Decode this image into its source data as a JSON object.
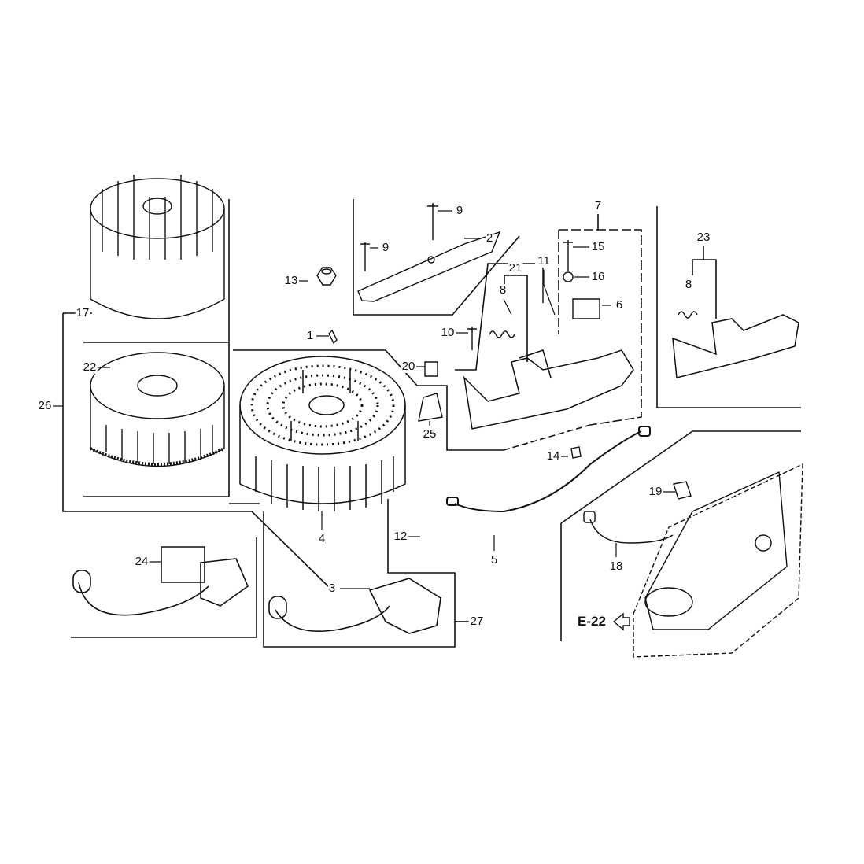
{
  "diagram": {
    "labels": {
      "p9a": "9",
      "p9b": "9",
      "p2": "2",
      "p13": "13",
      "p7": "7",
      "p15": "15",
      "p16": "16",
      "p6": "6",
      "p11": "11",
      "p21": "21",
      "p8a": "8",
      "p10": "10",
      "p23": "23",
      "p8b": "8",
      "p17": "17",
      "p1": "1",
      "p22": "22",
      "p26": "26",
      "p20": "20",
      "p25": "25",
      "p14": "14",
      "p19": "19",
      "p4": "4",
      "p12": "12",
      "p5": "5",
      "p24": "24",
      "p18": "18",
      "p3": "3",
      "p27": "27"
    },
    "reference": "E-22",
    "line_color": "#111111"
  }
}
